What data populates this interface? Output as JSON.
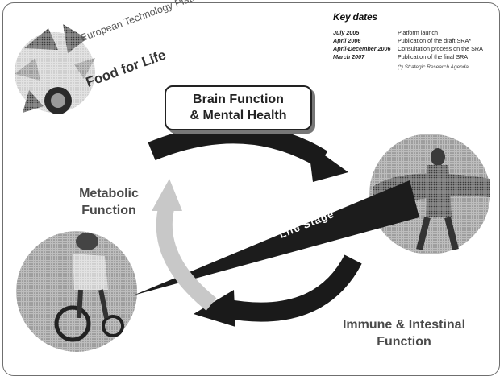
{
  "logo": {
    "line1": "European Technology Platform",
    "line2": "Food for Life"
  },
  "key_dates": {
    "title": "Key dates",
    "rows": [
      {
        "date": "July 2005",
        "event": "Platform launch"
      },
      {
        "date": "April 2006",
        "event": "Publication of the draft SRA*"
      },
      {
        "date": "April-December 2006",
        "event": "Consultation process on the SRA"
      },
      {
        "date": "March 2007",
        "event": "Publication of the final SRA"
      }
    ],
    "note": "(*) Strategic Research Agenda"
  },
  "diagram": {
    "box_line1": "Brain Function",
    "box_line2": "& Mental Health",
    "metabolic_line1": "Metabolic",
    "metabolic_line2": "Function",
    "immune_line1": "Immune & Intestinal",
    "immune_line2": "Function",
    "life_stage": "Life Stage"
  },
  "photos": {
    "left": "child-on-tricycle-photo",
    "right": "adult-exercising-photo"
  }
}
